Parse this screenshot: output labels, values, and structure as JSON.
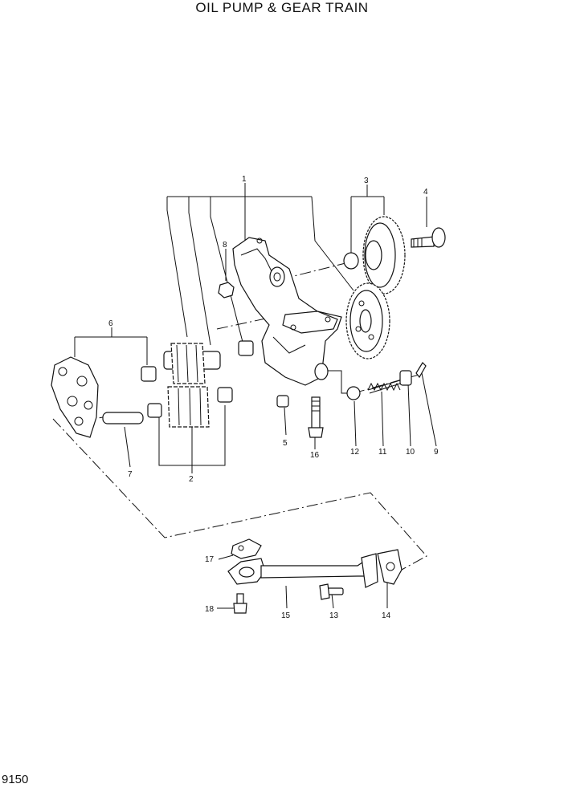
{
  "title": "OIL PUMP & GEAR  TRAIN",
  "page_number": "9150",
  "callouts": [
    "1",
    "2",
    "3",
    "4",
    "5",
    "6",
    "7",
    "8",
    "9",
    "10",
    "11",
    "12",
    "13",
    "14",
    "15",
    "16",
    "17",
    "18"
  ]
}
